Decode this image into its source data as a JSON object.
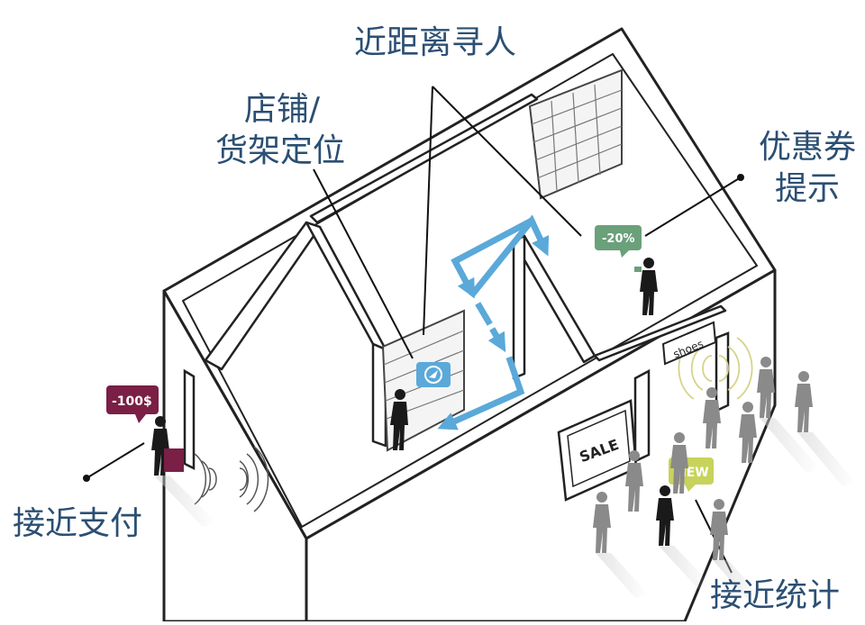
{
  "labels": {
    "nearby_finding": "近距离寻人",
    "store_shelf_line1": "店铺/",
    "store_shelf_line2": "货架定位",
    "coupon_line1": "优惠券",
    "coupon_line2": "提示",
    "near_payment": "接近支付",
    "near_stats": "接近统计"
  },
  "tags": {
    "discount_percent": "-20%",
    "discount_amount": "-100$",
    "new_badge": "NEW",
    "sale_sign": "SALE",
    "shoes_sign": "shoes"
  },
  "colors": {
    "label_text": "#2b4f73",
    "outline": "#222222",
    "path_arrow": "#5aa9d9",
    "tag_green": "#6aa07a",
    "tag_maroon": "#7a1f45",
    "tag_yellow": "#c7d35b",
    "crowd_gray": "#888888"
  }
}
